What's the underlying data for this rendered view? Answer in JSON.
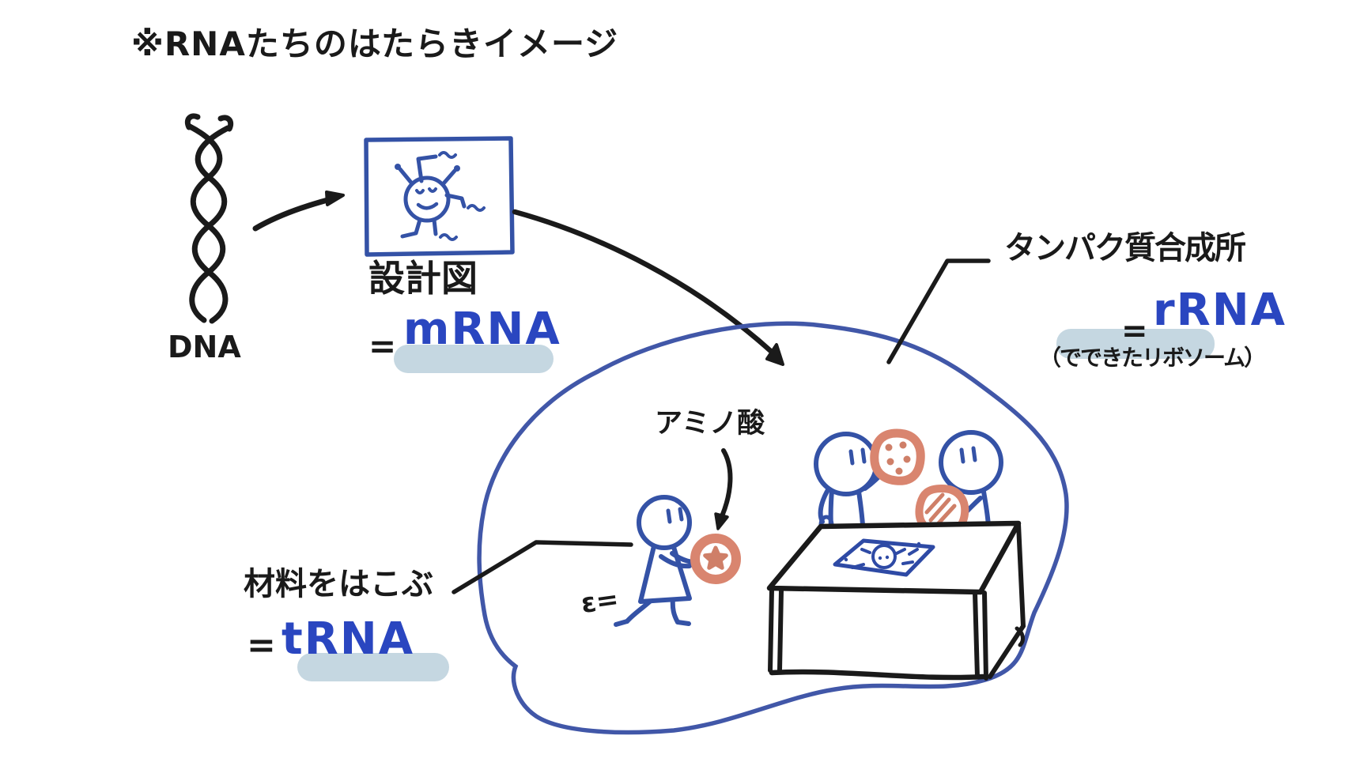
{
  "title": "※RNAたちのはたらきイメージ",
  "dna": {
    "label": "DNA"
  },
  "mrna": {
    "caption": "設計図",
    "equals": "=",
    "word": "mRNA"
  },
  "rrna": {
    "heading": "タンパク質合成所",
    "equals": "=",
    "word": "rRNA",
    "note": "（でできたリボソーム）"
  },
  "trna": {
    "caption": "材料をはこぶ",
    "equals": "=",
    "word": "tRNA",
    "motion_marks": "ε="
  },
  "amino_acid": {
    "label": "アミノ酸"
  },
  "colors": {
    "ink": "#1a1a1a",
    "pen_blue": "#3452a6",
    "blob_blue": "#4157a8",
    "rna_blue": "#2a46c0",
    "amino_salmon": "#d9856f",
    "amino_salmon_dark": "#cf7f68",
    "marker_highlight": "#b7cdda"
  }
}
